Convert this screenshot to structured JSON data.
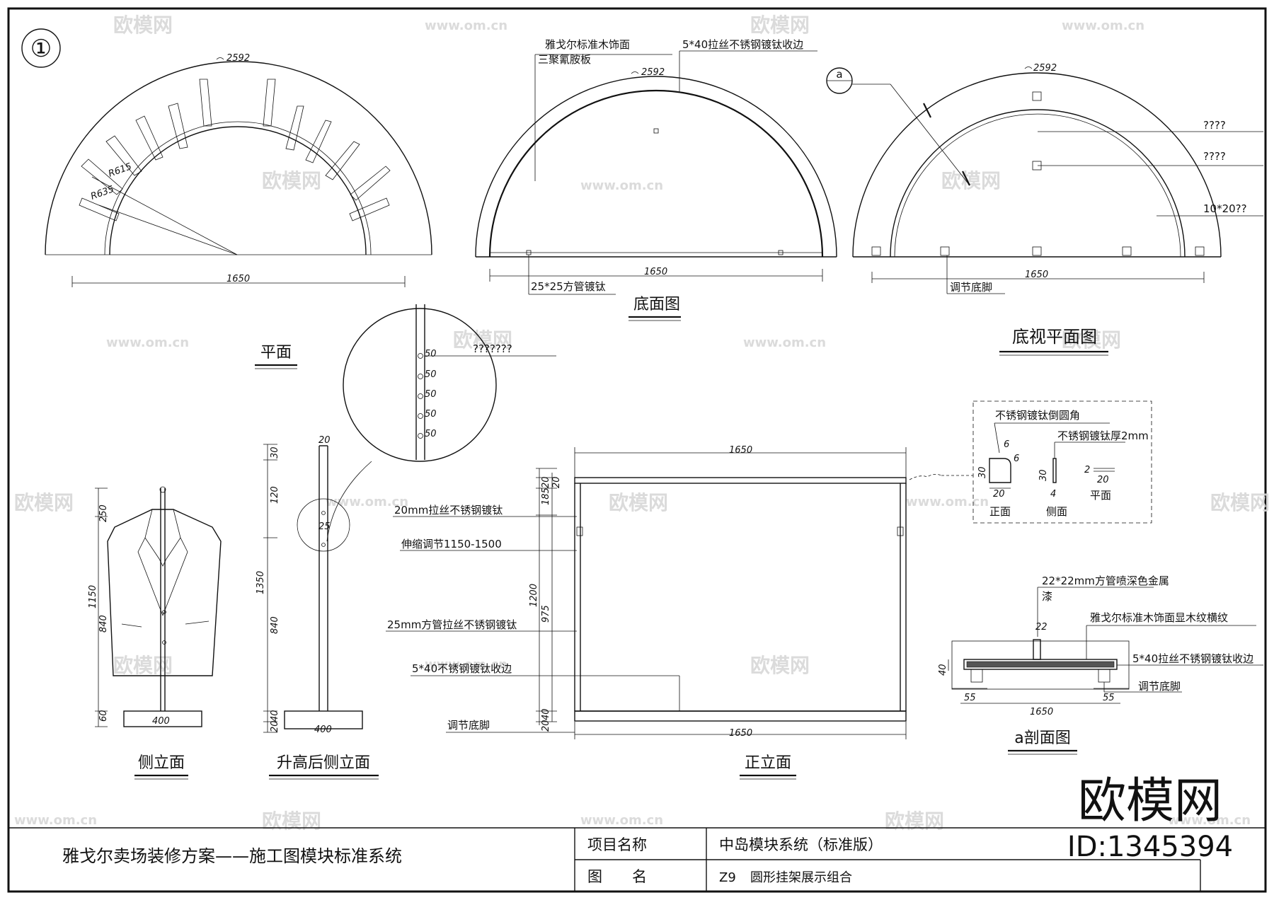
{
  "sheet": {
    "circle_number": "①",
    "brand_logo": "欧模网",
    "id_label": "ID:1345394",
    "watermark_url": "www.om.cn",
    "watermark_brand": "欧模网"
  },
  "plan": {
    "title": "平面",
    "arc_len": "2592",
    "r1": "R615",
    "r2": "R635",
    "width": "1650"
  },
  "bottom_view": {
    "title": "底面图",
    "arc_len": "2592",
    "note1": "雅戈尔标准木饰面",
    "note2": "三聚氰胺板",
    "note3": "5*40拉丝不锈钢镀钛收边",
    "note4": "25*25方管镀钛",
    "width": "1650"
  },
  "bottom_plan": {
    "title": "底视平面图",
    "section_mark": "a",
    "arc_len": "2592",
    "note1": "????",
    "note2": "????",
    "note3": "10*20??",
    "note4": "调节底脚",
    "width": "1650"
  },
  "detail_circle": {
    "note": "???????",
    "dims": [
      "50",
      "50",
      "50",
      "50",
      "50"
    ]
  },
  "side_elev": {
    "title": "侧立面",
    "dims": [
      "250",
      "1150",
      "840",
      "60"
    ],
    "base": "400"
  },
  "raised_side": {
    "title": "升高后侧立面",
    "dims": [
      "30",
      "120",
      "1350",
      "840",
      "40",
      "20"
    ],
    "top": "20",
    "mid": "25",
    "base": "400"
  },
  "front_elev": {
    "title": "正立面",
    "top_width": "1650",
    "bottom_width": "1650",
    "dims": [
      "20",
      "20",
      "185",
      "1200",
      "975",
      "40",
      "20"
    ],
    "note1": "20mm拉丝不锈钢镀钛",
    "note2": "伸缩调节1150-1500",
    "note3": "25mm方管拉丝不锈钢镀钛",
    "note4": "5*40不锈钢镀钛收边",
    "note5": "调节底脚"
  },
  "detail_box": {
    "note1": "不锈钢镀钛倒圆角",
    "note2": "不锈钢镀钛厚2mm",
    "d6a": "6",
    "d6b": "6",
    "d30a": "30",
    "d20a": "20",
    "d30b": "30",
    "d4": "4",
    "d2": "2",
    "d20b": "20",
    "front": "正面",
    "side": "侧面",
    "plane": "平面"
  },
  "section_a": {
    "title": "a剖面图",
    "note1": "22*22mm方管喷深色金属",
    "note1b": "漆",
    "note2": "雅戈尔标准木饰面显木纹横纹",
    "note3": "5*40拉丝不锈钢镀钛收边",
    "note4": "调节底脚",
    "d22": "22",
    "d40": "40",
    "d55a": "55",
    "d55b": "55",
    "width": "1650"
  },
  "title_block": {
    "project_desc": "雅戈尔卖场装修方案——施工图模块标准系统",
    "label_project": "项目名称",
    "value_project": "中岛模块系统（标准版）",
    "label_drawing": "图　　名",
    "drawing_code": "Z9",
    "value_drawing": "圆形挂架展示组合"
  }
}
